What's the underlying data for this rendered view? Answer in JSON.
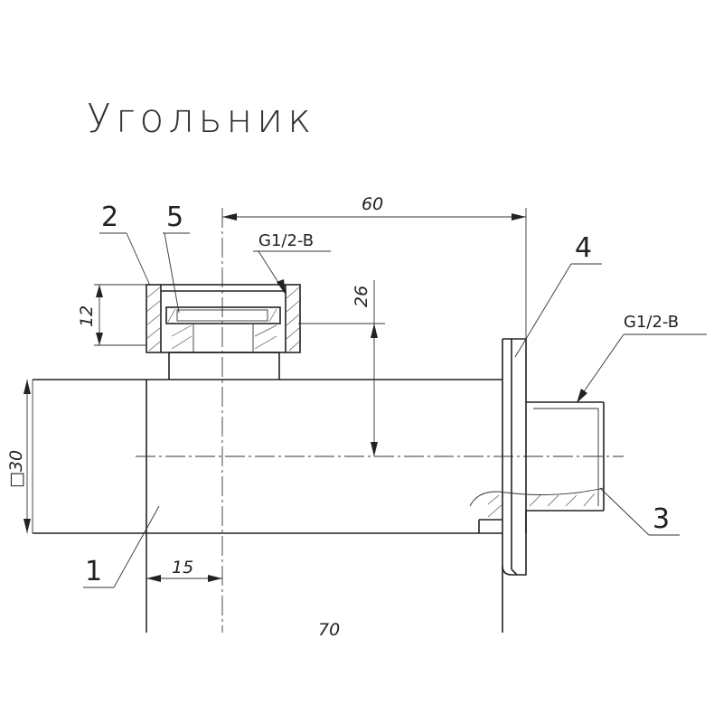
{
  "title": "Угольник",
  "dimensions": {
    "overall_length": "60",
    "outlet_height": "26",
    "nut_height": "12",
    "body_section": "□30",
    "body_offset": "15",
    "bottom_length": "70"
  },
  "threads": {
    "top": "G1/2-B",
    "side": "G1/2-B"
  },
  "positions": {
    "body": "1",
    "nut": "2",
    "spigot": "3",
    "flange": "4",
    "gasket": "5"
  }
}
